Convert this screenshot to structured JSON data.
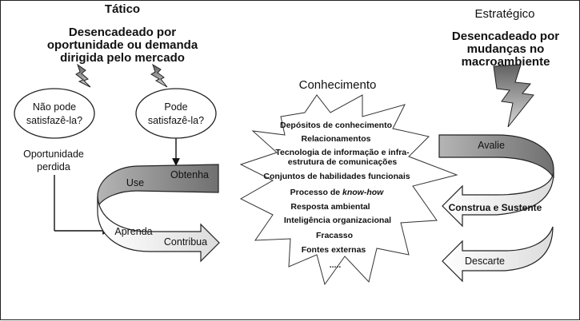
{
  "tatico": {
    "title": "Tático",
    "subtitle_lines": [
      "Desencadeado por",
      "oportunidade ou demanda",
      "dirigida pelo mercado"
    ],
    "left_bubble": [
      "Não pode",
      "satisfazê-la?"
    ],
    "right_bubble": [
      "Pode",
      "satisfazê-la?"
    ],
    "lost_opportunity": [
      "Oportunidade",
      "perdida"
    ],
    "spiral_labels": {
      "use": "Use",
      "obtenha": "Obtenha",
      "aprenda": "Aprenda",
      "contribua": "Contribua"
    }
  },
  "conhecimento": {
    "title": "Conhecimento",
    "items": [
      "Depósitos de conhecimento",
      "Relacionamentos",
      "Tecnologia de informação e infra-",
      "estrutura de comunicações",
      "Conjuntos de habilidades funcionais",
      "Processo de ",
      "Resposta ambiental",
      "Inteligência organizacional",
      "Fracasso",
      "Fontes externas",
      "....."
    ],
    "italic_term": "know-how"
  },
  "estrategico": {
    "title": "Estratégico",
    "subtitle_lines": [
      "Desencadeado por",
      "mudanças no",
      "macroambiente"
    ],
    "spiral_labels": {
      "avalie": "Avalie",
      "construa": "Construa e Sustente",
      "descarte": "Descarte"
    }
  },
  "colors": {
    "dark_band": "#8a8a8a",
    "light_band": "#f2f2f2",
    "outline": "#222222"
  }
}
